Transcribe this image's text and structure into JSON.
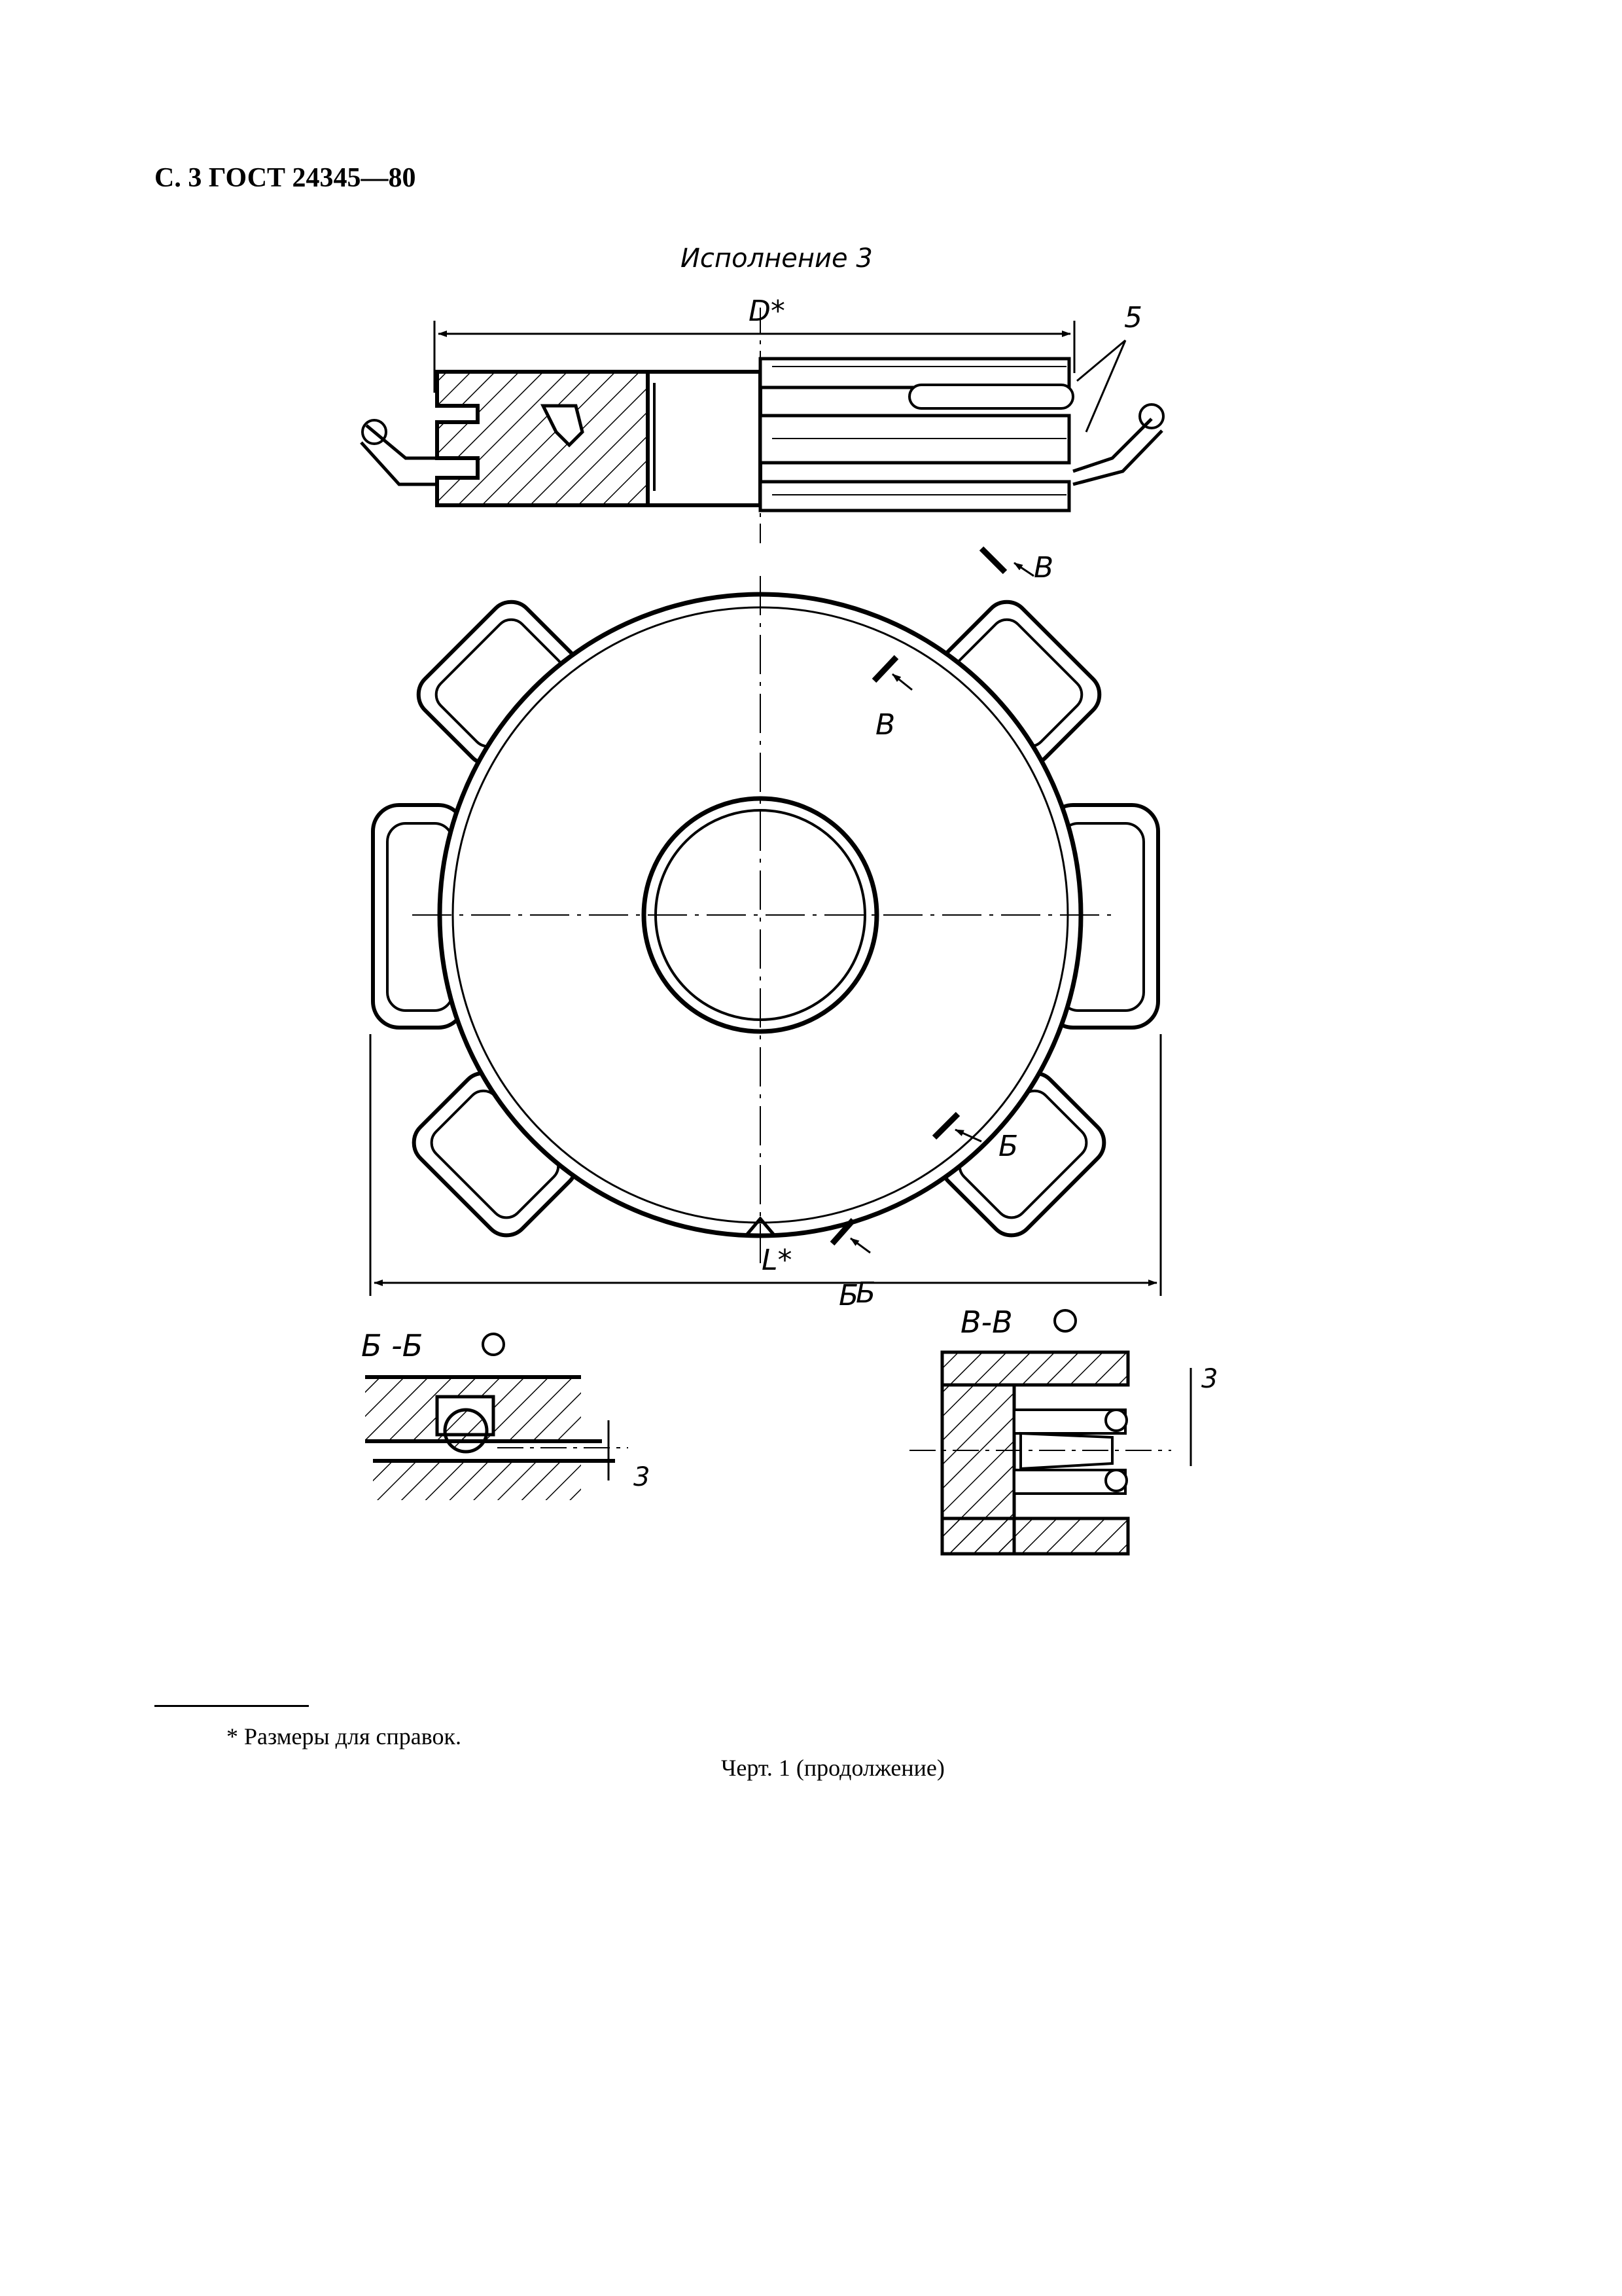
{
  "header": {
    "page_ref": "С. 3 ГОСТ 24345—80"
  },
  "drawing": {
    "title": "Исполнение 3",
    "dim_D": "D*",
    "leader_5": "5",
    "section_B_top": "В",
    "section_B_inner": "В",
    "section_Bb_right": "Б",
    "section_Bb_bottom": "Б",
    "dim_L": "L*",
    "dim_B": "Б",
    "detail_BB_title": "Б -Б",
    "detail_VV_title": "В-В",
    "detail_BB_dim": "3",
    "detail_VV_dim": "3"
  },
  "footnote": {
    "text": "* Размеры для справок."
  },
  "caption": {
    "text": "Черт. 1 (продолжение)"
  }
}
